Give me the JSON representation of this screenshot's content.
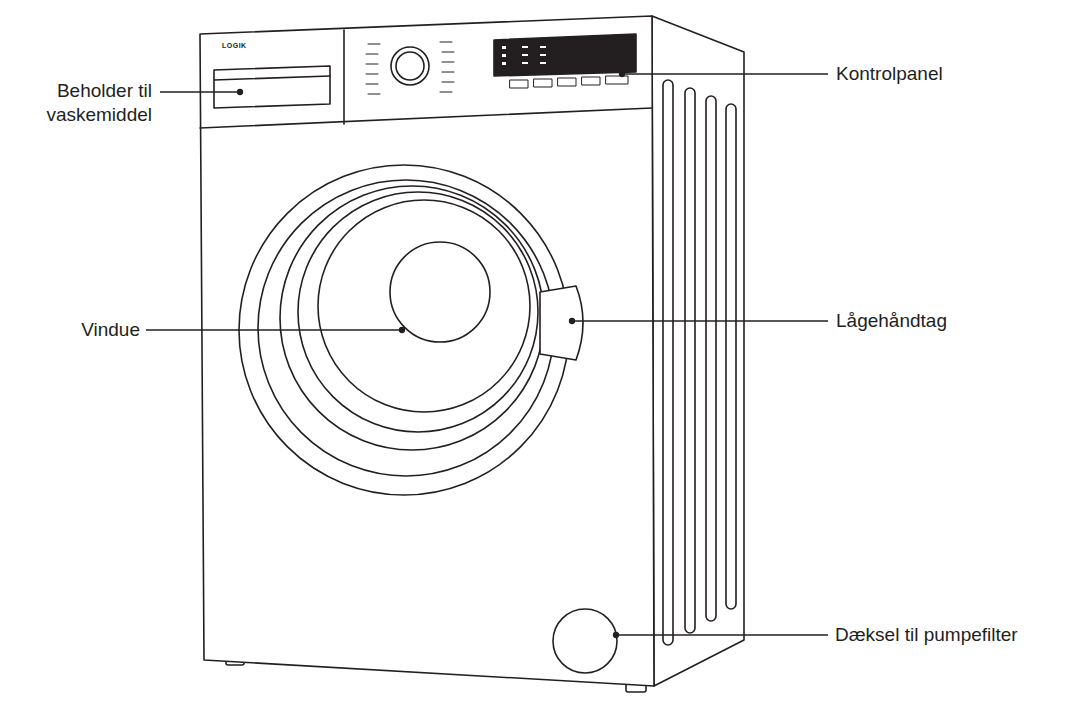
{
  "diagram": {
    "labels": [
      "Beholder til vaskemiddel",
      "Kontrolpanel",
      "Vindue",
      "Lågehåndtag",
      "Dæksel til pumpefilter",
      "LOGIK"
    ]
  }
}
